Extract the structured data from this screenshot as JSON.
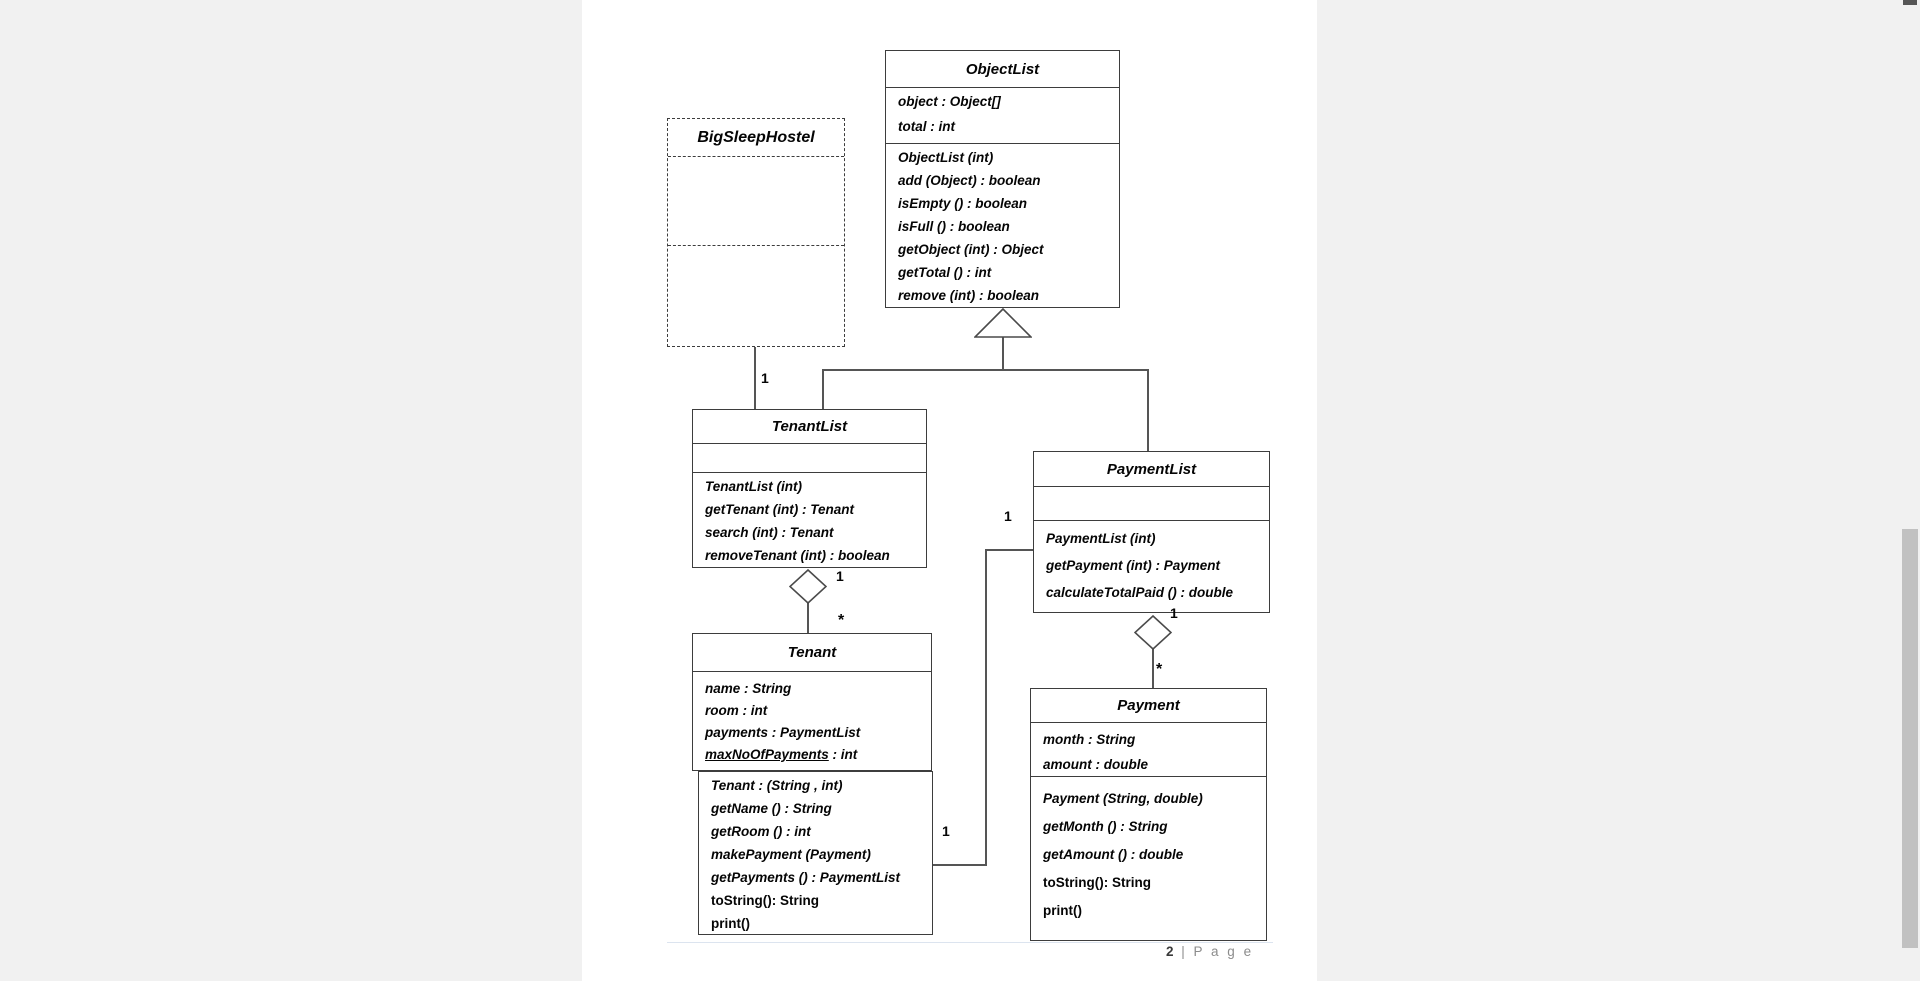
{
  "footer": {
    "page_number": "2",
    "page_label": "| P a g e"
  },
  "classes": {
    "object_list": {
      "title": "ObjectList",
      "attributes": [
        {
          "text": "object : Object[]"
        },
        {
          "text": "total : int"
        }
      ],
      "methods": [
        {
          "text": "ObjectList (int)"
        },
        {
          "text": "add (Object) : boolean"
        },
        {
          "text": "isEmpty () : boolean"
        },
        {
          "text": "isFull () : boolean"
        },
        {
          "text": "getObject (int) : Object"
        },
        {
          "text": "getTotal () : int"
        },
        {
          "text": "remove (int) : boolean"
        }
      ]
    },
    "big_sleep_hostel": {
      "title": "BigSleepHostel",
      "attributes": [],
      "methods": []
    },
    "tenant_list": {
      "title": "TenantList",
      "attributes": [],
      "methods": [
        {
          "text": "TenantList (int)"
        },
        {
          "text": "getTenant (int) : Tenant"
        },
        {
          "text": "search (int) : Tenant"
        },
        {
          "text": "removeTenant (int) : boolean"
        }
      ]
    },
    "payment_list": {
      "title": "PaymentList",
      "attributes": [],
      "methods": [
        {
          "text": "PaymentList (int)"
        },
        {
          "text": "getPayment (int) : Payment"
        },
        {
          "text": "calculateTotalPaid () : double"
        }
      ]
    },
    "tenant": {
      "title": "Tenant",
      "attributes": [
        {
          "text": "name : String"
        },
        {
          "text": "room : int"
        },
        {
          "text": "payments : PaymentList"
        },
        {
          "text": "maxNoOfPayments : int",
          "underline": "maxNoOfPayments"
        }
      ],
      "methods": [
        {
          "text": "Tenant : (String , int)"
        },
        {
          "text": "getName () : String"
        },
        {
          "text": "getRoom () : int"
        },
        {
          "text": "makePayment (Payment)"
        },
        {
          "text": "getPayments () : PaymentList"
        },
        {
          "text": "toString(): String",
          "plain": true
        },
        {
          "text": "print()",
          "plain": true
        }
      ]
    },
    "payment": {
      "title": "Payment",
      "attributes": [
        {
          "text": "month : String"
        },
        {
          "text": "amount : double"
        }
      ],
      "methods": [
        {
          "text": "Payment (String, double)"
        },
        {
          "text": "getMonth () : String"
        },
        {
          "text": "getAmount () : double"
        },
        {
          "text": "toString(): String",
          "plain": true
        },
        {
          "text": "print()",
          "plain": true
        }
      ]
    }
  },
  "multiplicities": {
    "hostel_tenantlist": "1",
    "tenantlist_diamond": "1",
    "tenant_star": "*",
    "paymentlist_association": "1",
    "tenant_association": "1",
    "paymentlist_diamond": "1",
    "payment_star": "*"
  },
  "colors": {
    "app_background": "#f1f1f1",
    "page_background": "#ffffff",
    "box_border": "#3d3d3d",
    "connector_line": "#555555",
    "footer_gray": "#8c8c8c",
    "scrollbar_thumb": "#c1c1c1"
  }
}
